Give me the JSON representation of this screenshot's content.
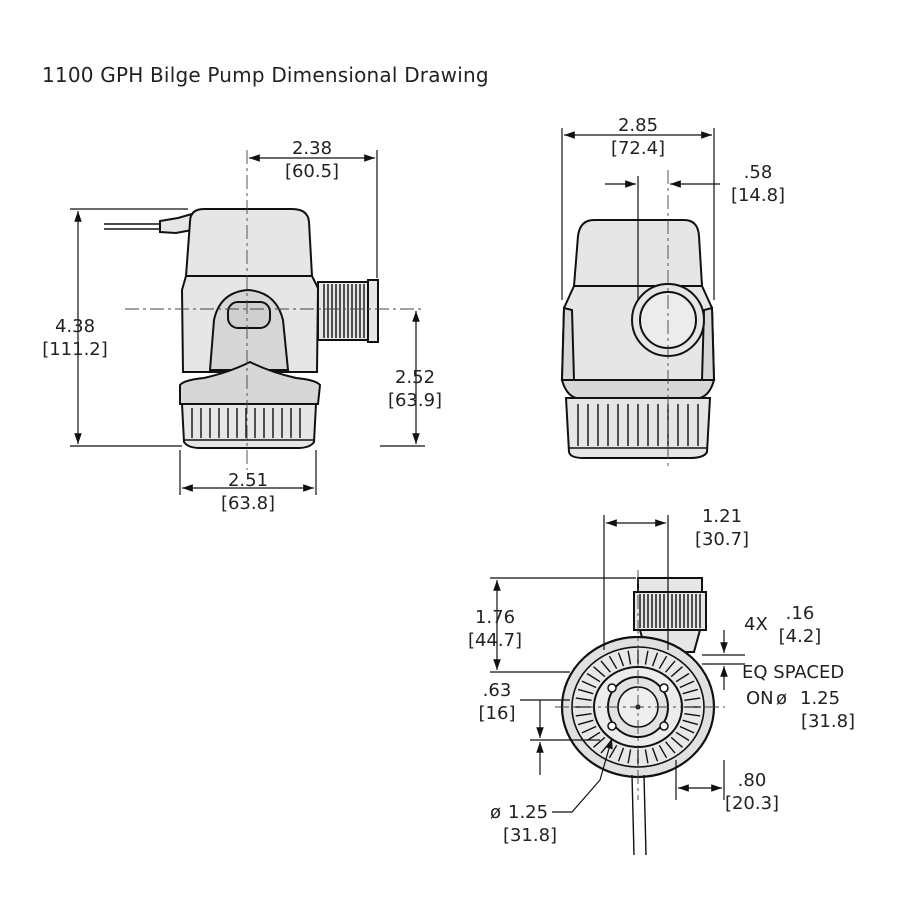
{
  "title": "1100 GPH Bilge Pump Dimensional Drawing",
  "side_view": {
    "width_top": {
      "in": "2.38",
      "mm": "[60.5]"
    },
    "height_total": {
      "in": "4.38",
      "mm": "[111.2]"
    },
    "outlet_height": {
      "in": "2.52",
      "mm": "[63.9]"
    },
    "base_width": {
      "in": "2.51",
      "mm": "[63.8]"
    }
  },
  "front_view": {
    "width": {
      "in": "2.85",
      "mm": "[72.4]"
    },
    "offset": {
      "in": ".58",
      "mm": "[14.8]"
    }
  },
  "bottom_view": {
    "outlet_offset": {
      "in": "1.21",
      "mm": "[30.7]"
    },
    "outlet_length": {
      "in": "1.76",
      "mm": "[44.7]"
    },
    "hole_count": "4X",
    "hole_size": {
      "in": ".16",
      "mm": "[4.2]"
    },
    "eq_spaced": "EQ SPACED",
    "on_label": "ON",
    "diameter_symbol": "ø",
    "bolt_circle": {
      "in": "1.25",
      "mm": "[31.8]"
    },
    "center_offset": {
      "in": ".63",
      "mm": "[16]"
    },
    "lead_offset": {
      "in": ".80",
      "mm": "[20.3]"
    },
    "inlet_diameter": {
      "in": "1.25",
      "mm": "[31.8]"
    }
  },
  "colors": {
    "line": "#111111",
    "body_fill": "#e6e6e6"
  }
}
